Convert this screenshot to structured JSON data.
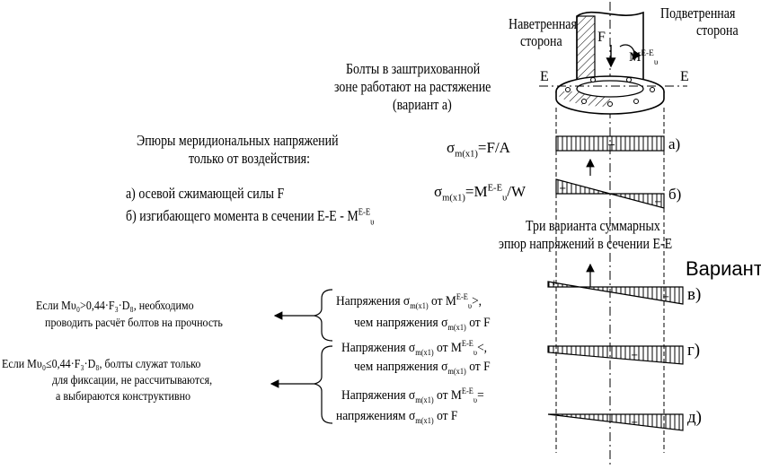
{
  "labels": {
    "windward": [
      "Наветренная",
      "сторона"
    ],
    "leeward": [
      "Подветренная",
      "сторона"
    ],
    "force": "F",
    "moment": "M",
    "moment_sup": "E-E",
    "moment_sub": "υ",
    "section_left": "E",
    "section_right": "E",
    "bolts_note": [
      "Болты в заштрихованной",
      "зоне работают на растяжение",
      "(вариант а)"
    ]
  },
  "meridional": {
    "heading": [
      "Эпюры меридиональных напряжений",
      "только от воздействия:"
    ],
    "item_a": "а) осевой сжимающей силы F",
    "item_b_text": "б) изгибающего момента в сечении E-E - M",
    "item_b_sup": "E-E",
    "item_b_sub": "υ",
    "formula_a": {
      "sigma": "σ",
      "sub": "m(x1)",
      "rest": "=F/A"
    },
    "formula_b": {
      "sigma": "σ",
      "sub": "m(x1)",
      "eq": "=M",
      "sup": "E-E",
      "msub": "υ",
      "rest": "/W"
    },
    "letter_a": "а)",
    "letter_b": "б)"
  },
  "summary": {
    "heading": [
      "Три варианта суммарных",
      "эпюр напряжений в сечении E-E"
    ],
    "variants_title": "Варианты",
    "letter_v": "в)",
    "letter_g": "г)",
    "letter_d": "д)"
  },
  "conditions": {
    "v": {
      "line1_pre": "Напряжения σ",
      "line1_sub": "m(x1)",
      "line1_mid": " от M",
      "line1_sup": "E-E",
      "line1_msub": "υ",
      "line1_post": ">,",
      "line2_pre": "чем напряжения σ",
      "line2_sub": "m(x1)",
      "line2_post": " от F"
    },
    "g": {
      "line1_pre": "Напряжения σ",
      "line1_sub": "m(x1)",
      "line1_mid": " от M",
      "line1_sup": "E-E",
      "line1_msub": "υ",
      "line1_post": "<,",
      "line2_pre": "чем напряжения σ",
      "line2_sub": "m(x1)",
      "line2_post": " от F"
    },
    "d": {
      "line1_pre": "Напряжения σ",
      "line1_sub": "m(x1)",
      "line1_mid": " от M",
      "line1_sup": "E-E",
      "line1_msub": "υ",
      "line1_post": "=",
      "line2_pre": "напряжениям σ",
      "line2_sub": "m(x1)",
      "line2_post": " от F"
    }
  },
  "conclusions": {
    "top": [
      "Если Mυ₀>0,44·F₃·D₈, необходимо",
      "проводить расчёт болтов на прочность"
    ],
    "bottom": [
      "Если Mυ₀≤0,44·F₃·D₈, болты служат только",
      "для фиксации, не рассчитываются,",
      "а выбираются конструктивно"
    ]
  }
}
